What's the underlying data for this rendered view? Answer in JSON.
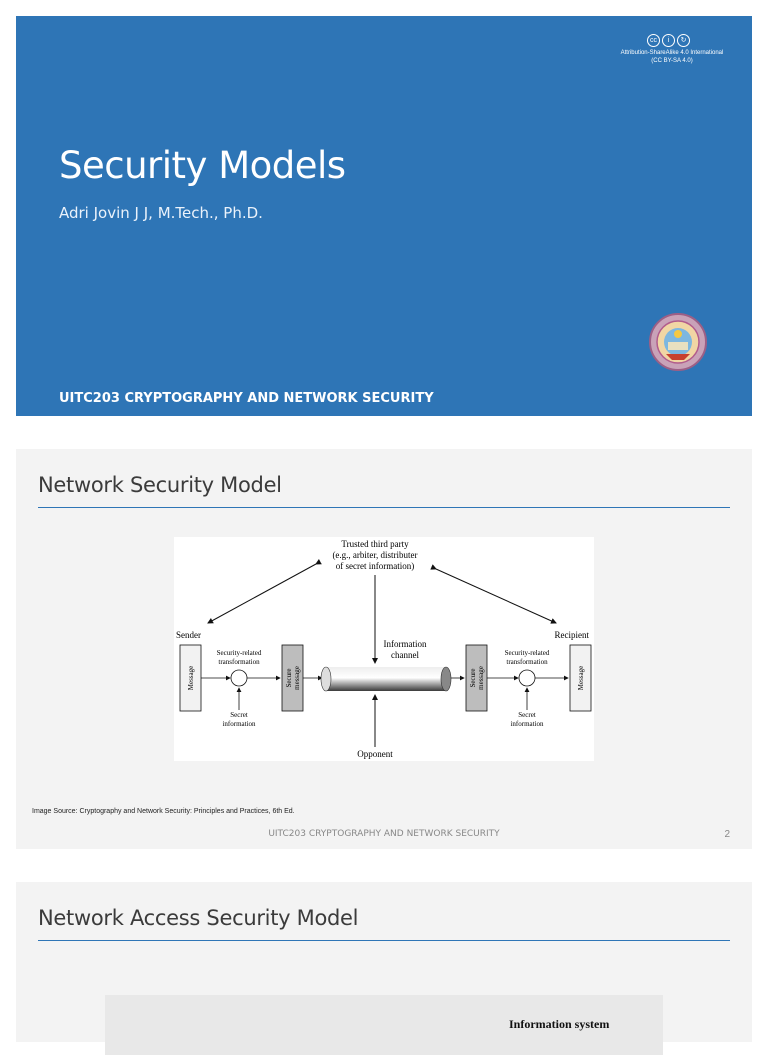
{
  "slide1": {
    "title": "Security Models",
    "author": "Adri Jovin J J, M.Tech., Ph.D.",
    "course": "UITC203 CRYPTOGRAPHY AND NETWORK SECURITY",
    "license_line1": "Attribution-ShareAlike 4.0 International",
    "license_line2": "(CC BY-SA 4.0)",
    "license_icons": [
      "cc",
      "by",
      "sa"
    ],
    "background_color": "#2e75b6"
  },
  "slide2": {
    "title": "Network Security Model",
    "diagram": {
      "trusted_party": [
        "Trusted third party",
        "(e.g., arbiter, distributer",
        "of secret information)"
      ],
      "sender": "Sender",
      "recipient": "Recipient",
      "message": "Message",
      "secure_message": [
        "Secure",
        "message"
      ],
      "transformation": [
        "Security-related",
        "transformation"
      ],
      "channel": [
        "Information",
        "channel"
      ],
      "secret": [
        "Secret",
        "information"
      ],
      "opponent": "Opponent"
    },
    "source": "Image Source: Cryptography and Network Security: Principles and Practices, 6th Ed.",
    "footer": "UITC203 CRYPTOGRAPHY AND NETWORK SECURITY",
    "page": "2"
  },
  "slide3": {
    "title": "Network Access Security Model",
    "partial_label": "Information system"
  }
}
